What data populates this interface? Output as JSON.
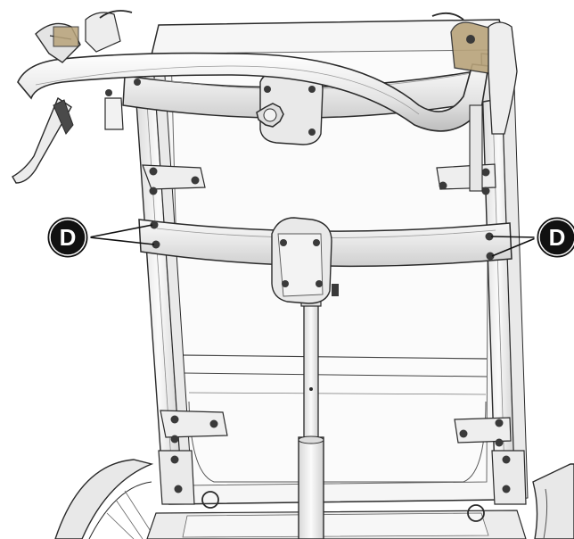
{
  "colors": {
    "background": "#ffffff",
    "line": "#2a2a2a",
    "frame_fill": "#f2f2f2",
    "panel_fill": "#f7f7f7",
    "bar_fill": "#ededed",
    "bolt_fill": "#3a3a3a",
    "callout_fill": "#111111",
    "callout_ring": "#ffffff",
    "callout_text": "#ffffff",
    "pointer_line": "#111111"
  },
  "callouts": [
    {
      "label": "D",
      "side": "left"
    },
    {
      "label": "D",
      "side": "right"
    }
  ],
  "icons": {
    "knob": "star-knob-icon",
    "bolt": "hex-bolt-icon",
    "lever": "brake-lever-icon"
  }
}
